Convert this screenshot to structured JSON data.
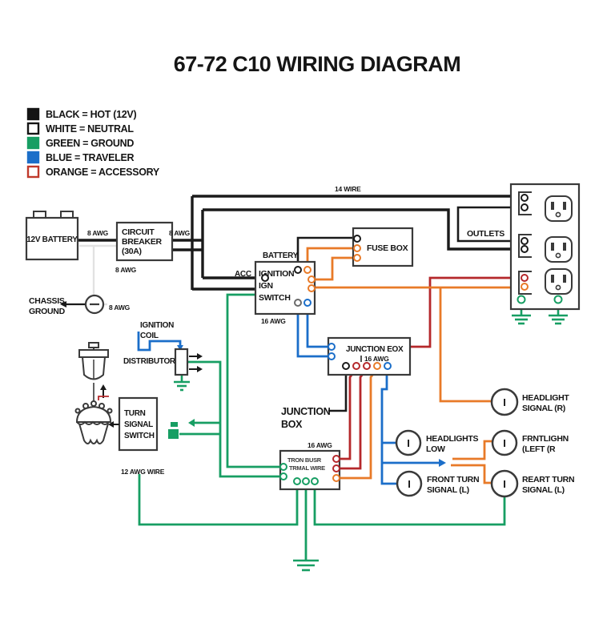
{
  "title": "67-72 C10 WIRING DIAGRAM",
  "legend": [
    {
      "label": "BLACK = HOT (12V)",
      "swatch": "#151515",
      "border": "#151515"
    },
    {
      "label": "WHITE = NEUTRAL",
      "swatch": "#ffffff",
      "border": "#151515"
    },
    {
      "label": "GREEN = GROUND",
      "swatch": "#179e63",
      "border": "#179e63"
    },
    {
      "label": "BLUE = TRAVELER",
      "swatch": "#1b6ec9",
      "border": "#1b6ec9"
    },
    {
      "label": "ORANGE = ACCESSORY",
      "swatch": "#ffffff",
      "border": "#c0392b"
    }
  ],
  "colors": {
    "hot": "#151515",
    "neutral": "#e2e2e2",
    "ground": "#179e63",
    "traveler": "#1b6ec9",
    "accessory": "#e87a28",
    "power_red": "#b5282b"
  },
  "labels": {
    "battery": "12V BATTERY",
    "breaker": [
      "CIRCUIT",
      "BREAKER",
      "(30A)"
    ],
    "chassis": [
      "CHASSIS",
      "GROUND"
    ],
    "awg8_battery": "8 AWG",
    "awg8_breaker": "8 AWG",
    "awg8_below": "8 AWG",
    "awg8_chassis": "8 AWG",
    "wire14": "14 WIRE",
    "outlets": "OUTLETS",
    "battery_tag": "BATTERY",
    "acc": "ACC",
    "ignition_switch": [
      "IGNITION",
      "IGN",
      "SWITCH"
    ],
    "awg16_switch": "16 AWG",
    "fuse_box": "FUSE BOX",
    "junction_box": "JUNCTION EOX",
    "awg16_junction": "16 AWG",
    "junction_callout": [
      "JUNCTION",
      "BOX"
    ],
    "ignition_coil": [
      "IGNITION",
      "COIL"
    ],
    "distributor": "DISTRIBUTOR",
    "turn_signal_switch": [
      "TURN",
      "SIGNAL",
      "SWITCH"
    ],
    "awg12": "12 AWG WIRE",
    "terminal_block": [
      "TRON BUSR",
      "TRMAL WIRE"
    ],
    "awg16_terminal": "16 AWG"
  },
  "lamps": [
    {
      "symbol": "I",
      "lines": [
        "HEADLIGHT",
        "SIGNAL (R)"
      ]
    },
    {
      "symbol": "I",
      "lines": [
        "HEADLIGHTS",
        "LOW"
      ]
    },
    {
      "symbol": "I",
      "lines": [
        "FRNTLIGHN",
        "(LEFT (R"
      ]
    },
    {
      "symbol": "I",
      "lines": [
        "FRONT TURN",
        "SIGNAL (L)"
      ]
    },
    {
      "symbol": "I",
      "lines": [
        "REART TURN",
        "SIGNAL (L)"
      ]
    }
  ]
}
